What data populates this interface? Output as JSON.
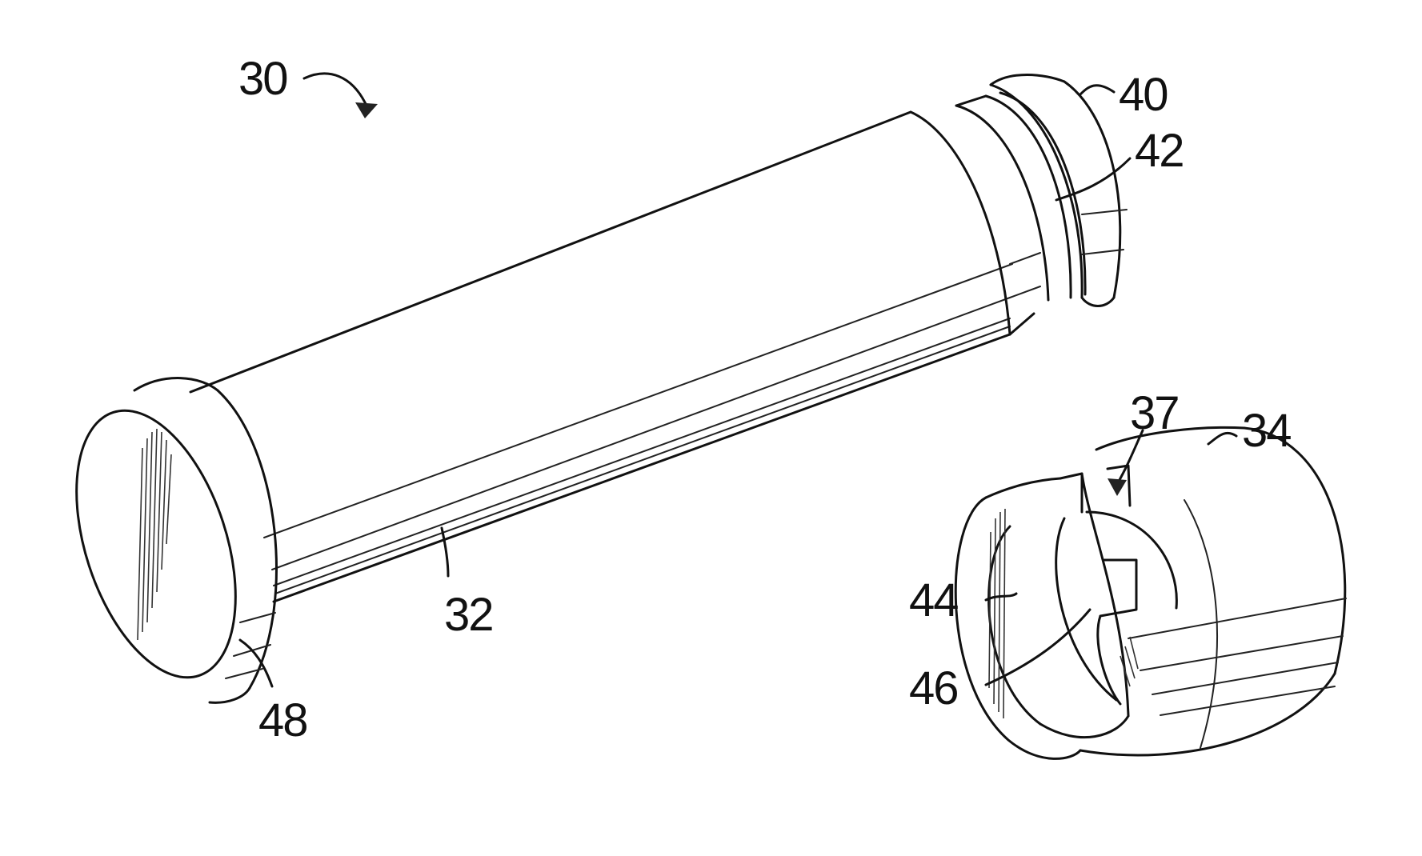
{
  "figure": {
    "background": "#ffffff",
    "line_color": "#111111",
    "labels": {
      "assembly": "30",
      "shaft": "32",
      "collar": "34",
      "slot": "37",
      "end_flange": "40",
      "groove": "42",
      "collar_face": "44",
      "keyway": "46",
      "head": "48"
    }
  }
}
